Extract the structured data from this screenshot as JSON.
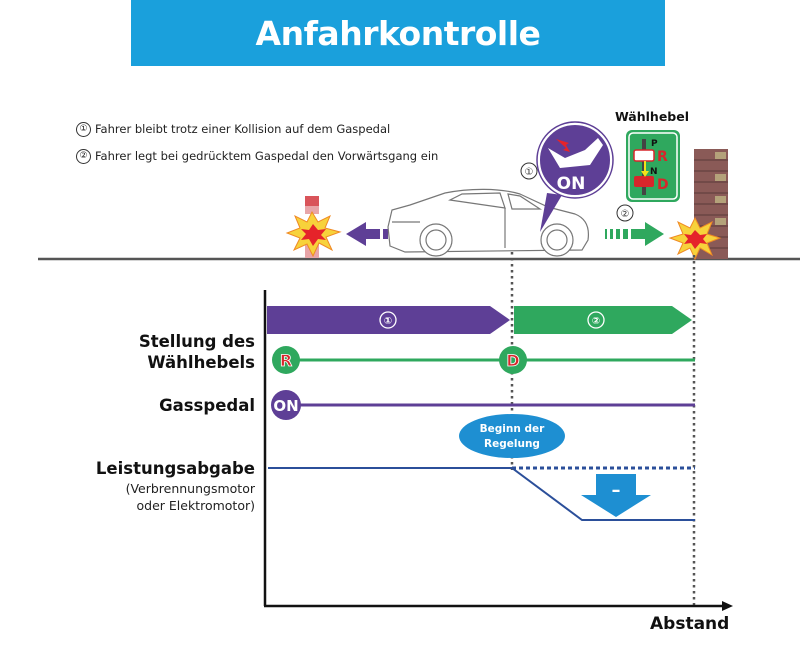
{
  "header": {
    "title": "Anfahrkontrolle"
  },
  "legend": {
    "items": [
      {
        "marker": "①",
        "text": "Fahrer bleibt trotz einer Kollision auf dem Gaspedal"
      },
      {
        "marker": "②",
        "text": "Fahrer legt bei gedrücktem Gaspedal den Vorwärtsgang ein"
      }
    ]
  },
  "scene": {
    "shifter_title": "Wählhebel",
    "shifter_positions": {
      "p": "P",
      "r": "R",
      "n": "N",
      "d": "D"
    },
    "pedal_badge": "ON",
    "marker_1": "①",
    "marker_2": "②",
    "colors": {
      "purple": "#5e3f96",
      "green": "#2fa85e",
      "blue": "#1e8fd2",
      "red": "#d7262b"
    }
  },
  "timeline": {
    "rows": {
      "shift_label_line1": "Stellung des",
      "shift_label_line2": "Wählhebels",
      "pedal_label": "Gasspedal",
      "output_label": "Leistungsabgabe",
      "output_sub1": "(Verbrennungsmotor",
      "output_sub2": "oder Elektromotor)"
    },
    "phases": [
      {
        "marker": "①"
      },
      {
        "marker": "②"
      }
    ],
    "shift_start": "R",
    "shift_change": "D",
    "pedal_state": "ON",
    "control_start_line1": "Beginn der",
    "control_start_line2": "Regelung",
    "reduction_symbol": "–",
    "x_axis_label": "Abstand"
  }
}
